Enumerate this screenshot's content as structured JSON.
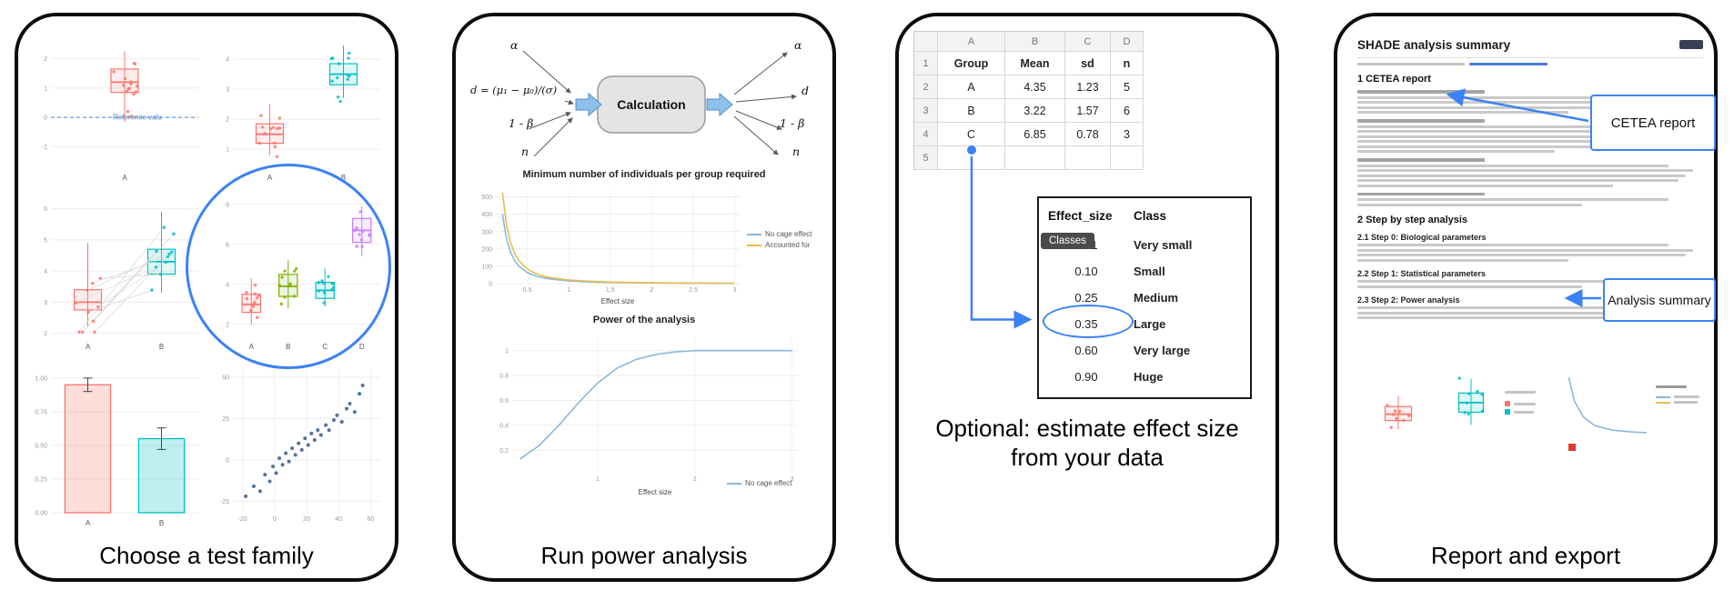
{
  "accent_color": "#3b82f6",
  "panels": [
    {
      "caption": "Choose a test family"
    },
    {
      "caption": "Run power analysis",
      "diagram": {
        "box_label": "Calculation",
        "inputs": [
          "α",
          "d = (μ₁ − μ₀)/(σ)",
          "1 - β",
          "n"
        ],
        "outputs": [
          "α",
          "d",
          "1 - β",
          "n"
        ]
      }
    },
    {
      "caption": "Optional: estimate effect size from your data",
      "spreadsheet": {
        "col_headers": [
          "A",
          "B",
          "C",
          "D"
        ],
        "rows": [
          {
            "num": "1",
            "cells": [
              "Group",
              "Mean",
              "sd",
              "n"
            ],
            "bold": true
          },
          {
            "num": "2",
            "cells": [
              "A",
              "4.35",
              "1.23",
              "5"
            ]
          },
          {
            "num": "3",
            "cells": [
              "B",
              "3.22",
              "1.57",
              "6"
            ]
          },
          {
            "num": "4",
            "cells": [
              "C",
              "6.85",
              "0.78",
              "3"
            ]
          },
          {
            "num": "5",
            "cells": [
              "",
              "",
              "",
              ""
            ]
          }
        ]
      },
      "effect_table": {
        "headers": [
          "Effect_size",
          "Class"
        ],
        "rows": [
          [
            "0.01",
            "Very small"
          ],
          [
            "0.10",
            "Small"
          ],
          [
            "0.25",
            "Medium"
          ],
          [
            "0.35",
            "Large"
          ],
          [
            "0.60",
            "Very large"
          ],
          [
            "0.90",
            "Huge"
          ]
        ],
        "tooltip": "Classes",
        "highlighted_row_index": 3
      }
    },
    {
      "caption": "Report and export",
      "red_marker_color": "#e03a2f",
      "document": {
        "title": "SHADE analysis summary",
        "section1": "1 CETEA report",
        "section2": "2 Step by step analysis",
        "subsection1": "2.1 Step 0: Biological parameters",
        "subsection2": "2.2 Step 1: Statistical parameters",
        "subsection3": "2.3 Step 2: Power analysis"
      },
      "callouts": {
        "cetea": "CETEA report",
        "summary": "Analysis summary"
      }
    }
  ],
  "chart_data": [
    {
      "id": "p1-box-ref",
      "type": "box",
      "categories": [
        "A"
      ],
      "ylim": [
        -1.7,
        2.7
      ],
      "yticks": [
        -1,
        0,
        1,
        2
      ],
      "boxes": [
        {
          "color": "#F8766D",
          "lo": -0.15,
          "q1": 0.85,
          "med": 1.2,
          "q3": 1.65,
          "hi": 2.25,
          "n_points": 15
        }
      ],
      "ref_line": {
        "y": 0,
        "label": "Reference valu",
        "color": "#4a86c8"
      }
    },
    {
      "id": "p1-box-two",
      "type": "box",
      "categories": [
        "A",
        "B"
      ],
      "ylim": [
        0.4,
        4.7
      ],
      "yticks": [
        1,
        2,
        3,
        4
      ],
      "boxes": [
        {
          "color": "#F8766D",
          "lo": 0.8,
          "q1": 1.2,
          "med": 1.5,
          "q3": 1.85,
          "hi": 2.5,
          "n_points": 12
        },
        {
          "color": "#00BFC4",
          "lo": 2.7,
          "q1": 3.15,
          "med": 3.5,
          "q3": 3.85,
          "hi": 4.45,
          "n_points": 12
        }
      ]
    },
    {
      "id": "p1-box-paired",
      "type": "box",
      "paired": true,
      "categories": [
        "A",
        "B"
      ],
      "ylim": [
        1.9,
        6.4
      ],
      "yticks": [
        2,
        3,
        4,
        5,
        6
      ],
      "boxes": [
        {
          "color": "#F8766D",
          "lo": 2.2,
          "q1": 2.75,
          "med": 3.0,
          "q3": 3.4,
          "hi": 4.9,
          "n_points": 10
        },
        {
          "color": "#00BFC4",
          "lo": 3.3,
          "q1": 3.9,
          "med": 4.3,
          "q3": 4.7,
          "hi": 5.9,
          "n_points": 10
        }
      ]
    },
    {
      "id": "p1-box-four",
      "type": "box",
      "categories": [
        "A",
        "B",
        "C",
        "D"
      ],
      "ylim": [
        1.4,
        8.4
      ],
      "yticks": [
        2,
        4,
        6,
        8
      ],
      "boxes": [
        {
          "color": "#F8766D",
          "lo": 2.0,
          "q1": 2.6,
          "med": 3.0,
          "q3": 3.5,
          "hi": 4.3,
          "n_points": 10
        },
        {
          "color": "#7CAE00",
          "lo": 2.8,
          "q1": 3.4,
          "med": 3.9,
          "q3": 4.5,
          "hi": 5.2,
          "n_points": 10
        },
        {
          "color": "#00BFC4",
          "lo": 2.9,
          "q1": 3.3,
          "med": 3.7,
          "q3": 4.1,
          "hi": 4.8,
          "n_points": 10
        },
        {
          "color": "#C77CFF",
          "lo": 5.4,
          "q1": 6.1,
          "med": 6.7,
          "q3": 7.3,
          "hi": 7.9,
          "n_points": 10
        }
      ]
    },
    {
      "id": "p1-bar",
      "type": "bar",
      "categories": [
        "A",
        "B"
      ],
      "ylim": [
        0,
        1.08
      ],
      "yticks": [
        0,
        0.25,
        0.5,
        0.75,
        1
      ],
      "ytick_labels": [
        "0.00",
        "0.25",
        "0.50",
        "0.75",
        "1.00"
      ],
      "bars": [
        {
          "color": "#F8766D",
          "value": 0.95,
          "err": 0.05
        },
        {
          "color": "#00BFC4",
          "value": 0.55,
          "err": 0.08
        }
      ]
    },
    {
      "id": "p1-scatter",
      "type": "scatter",
      "color": "#3d5f8a",
      "xlim": [
        -26,
        66
      ],
      "ylim": [
        -32,
        56
      ],
      "xticks": [
        -20,
        0,
        20,
        40,
        60
      ],
      "yticks": [
        -25,
        0,
        25,
        50
      ],
      "points": [
        [
          -18,
          -22
        ],
        [
          -13,
          -16
        ],
        [
          -9,
          -19
        ],
        [
          -6,
          -9
        ],
        [
          -3,
          -13
        ],
        [
          -1,
          -4
        ],
        [
          1,
          -8
        ],
        [
          3,
          1
        ],
        [
          5,
          -3
        ],
        [
          7,
          4
        ],
        [
          9,
          -1
        ],
        [
          11,
          7
        ],
        [
          13,
          3
        ],
        [
          15,
          10
        ],
        [
          17,
          6
        ],
        [
          19,
          13
        ],
        [
          21,
          9
        ],
        [
          23,
          16
        ],
        [
          25,
          12
        ],
        [
          27,
          18
        ],
        [
          29,
          15
        ],
        [
          32,
          21
        ],
        [
          34,
          18
        ],
        [
          37,
          24
        ],
        [
          39,
          27
        ],
        [
          42,
          23
        ],
        [
          45,
          31
        ],
        [
          47,
          34
        ],
        [
          50,
          29
        ],
        [
          53,
          40
        ],
        [
          55,
          45
        ]
      ]
    },
    {
      "id": "p2-minn",
      "type": "line",
      "title": "Minimum number of individuals per group required",
      "xlabel": "Effect size",
      "xlim": [
        0.12,
        3.06
      ],
      "ylim": [
        0,
        545
      ],
      "yticks": [
        0,
        100,
        200,
        300,
        400,
        500
      ],
      "xticks": [
        0.5,
        1,
        1.5,
        2,
        2.5,
        3
      ],
      "margins": {
        "l": 30,
        "r": 94,
        "t": 6,
        "b": 24
      },
      "series": [
        {
          "name": "No cage effect",
          "color": "#8ab8dc",
          "x": [
            0.2,
            0.25,
            0.3,
            0.35,
            0.4,
            0.5,
            0.6,
            0.7,
            0.8,
            1,
            1.2,
            1.5,
            2,
            2.5,
            3
          ],
          "y": [
            400,
            256,
            178,
            131,
            100,
            64,
            44,
            33,
            25,
            16,
            11,
            7,
            4,
            3,
            2
          ]
        },
        {
          "name": "Accounted for",
          "color": "#e4bd4e",
          "x": [
            0.2,
            0.25,
            0.3,
            0.35,
            0.4,
            0.5,
            0.6,
            0.7,
            0.8,
            1,
            1.2,
            1.5,
            2,
            2.5,
            3
          ],
          "y": [
            525,
            336,
            233,
            171,
            131,
            84,
            58,
            43,
            33,
            21,
            15,
            9,
            5,
            3,
            2
          ]
        }
      ]
    },
    {
      "id": "p2-power",
      "type": "line",
      "title": "Power of the analysis",
      "xlabel": "Effect size",
      "xlim": [
        0.12,
        3.06
      ],
      "ylim": [
        0.02,
        1.1
      ],
      "yticks": [
        0.2,
        0.4,
        0.6,
        0.8,
        1
      ],
      "xticks": [
        1,
        2,
        3
      ],
      "margins": {
        "l": 34,
        "r": 16,
        "t": 8,
        "b": 26
      },
      "series": [
        {
          "name": "No cage effect",
          "color": "#8ab8dc",
          "x": [
            0.2,
            0.4,
            0.6,
            0.8,
            1,
            1.2,
            1.4,
            1.6,
            1.8,
            2,
            2.4,
            3
          ],
          "y": [
            0.13,
            0.24,
            0.4,
            0.58,
            0.74,
            0.86,
            0.93,
            0.97,
            0.99,
            1,
            1,
            1
          ]
        }
      ]
    },
    {
      "id": "p4-box-a",
      "type": "box",
      "categories": [
        ""
      ],
      "ylim": [
        1.4,
        5.4
      ],
      "yticks": [],
      "margins": {
        "l": 10,
        "r": 4,
        "t": 4,
        "b": 8
      },
      "boxes": [
        {
          "color": "#F8766D",
          "lo": 1.8,
          "q1": 2.5,
          "med": 3.0,
          "q3": 3.6,
          "hi": 4.4,
          "n_points": 8
        }
      ]
    },
    {
      "id": "p4-box-b",
      "type": "box",
      "categories": [
        ""
      ],
      "ylim": [
        4.6,
        8.7
      ],
      "yticks": [],
      "margins": {
        "l": 10,
        "r": 4,
        "t": 4,
        "b": 8
      },
      "boxes": [
        {
          "color": "#00BFC4",
          "lo": 5.2,
          "q1": 6.0,
          "med": 6.6,
          "q3": 7.2,
          "hi": 8.1,
          "n_points": 8
        }
      ]
    },
    {
      "id": "p4-curve",
      "type": "line",
      "categoriesNote": "",
      "xlim": [
        0.1,
        3
      ],
      "ylim": [
        0,
        100
      ],
      "yticks": [],
      "xticks": [],
      "margins": {
        "l": 8,
        "r": 4,
        "t": 4,
        "b": 8
      },
      "series": [
        {
          "name": "",
          "color": "#8ab8dc",
          "x": [
            0.3,
            0.5,
            0.8,
            1.2,
            1.8,
            2.5,
            3
          ],
          "y": [
            90,
            52,
            28,
            14,
            7,
            4,
            3
          ]
        }
      ]
    }
  ]
}
